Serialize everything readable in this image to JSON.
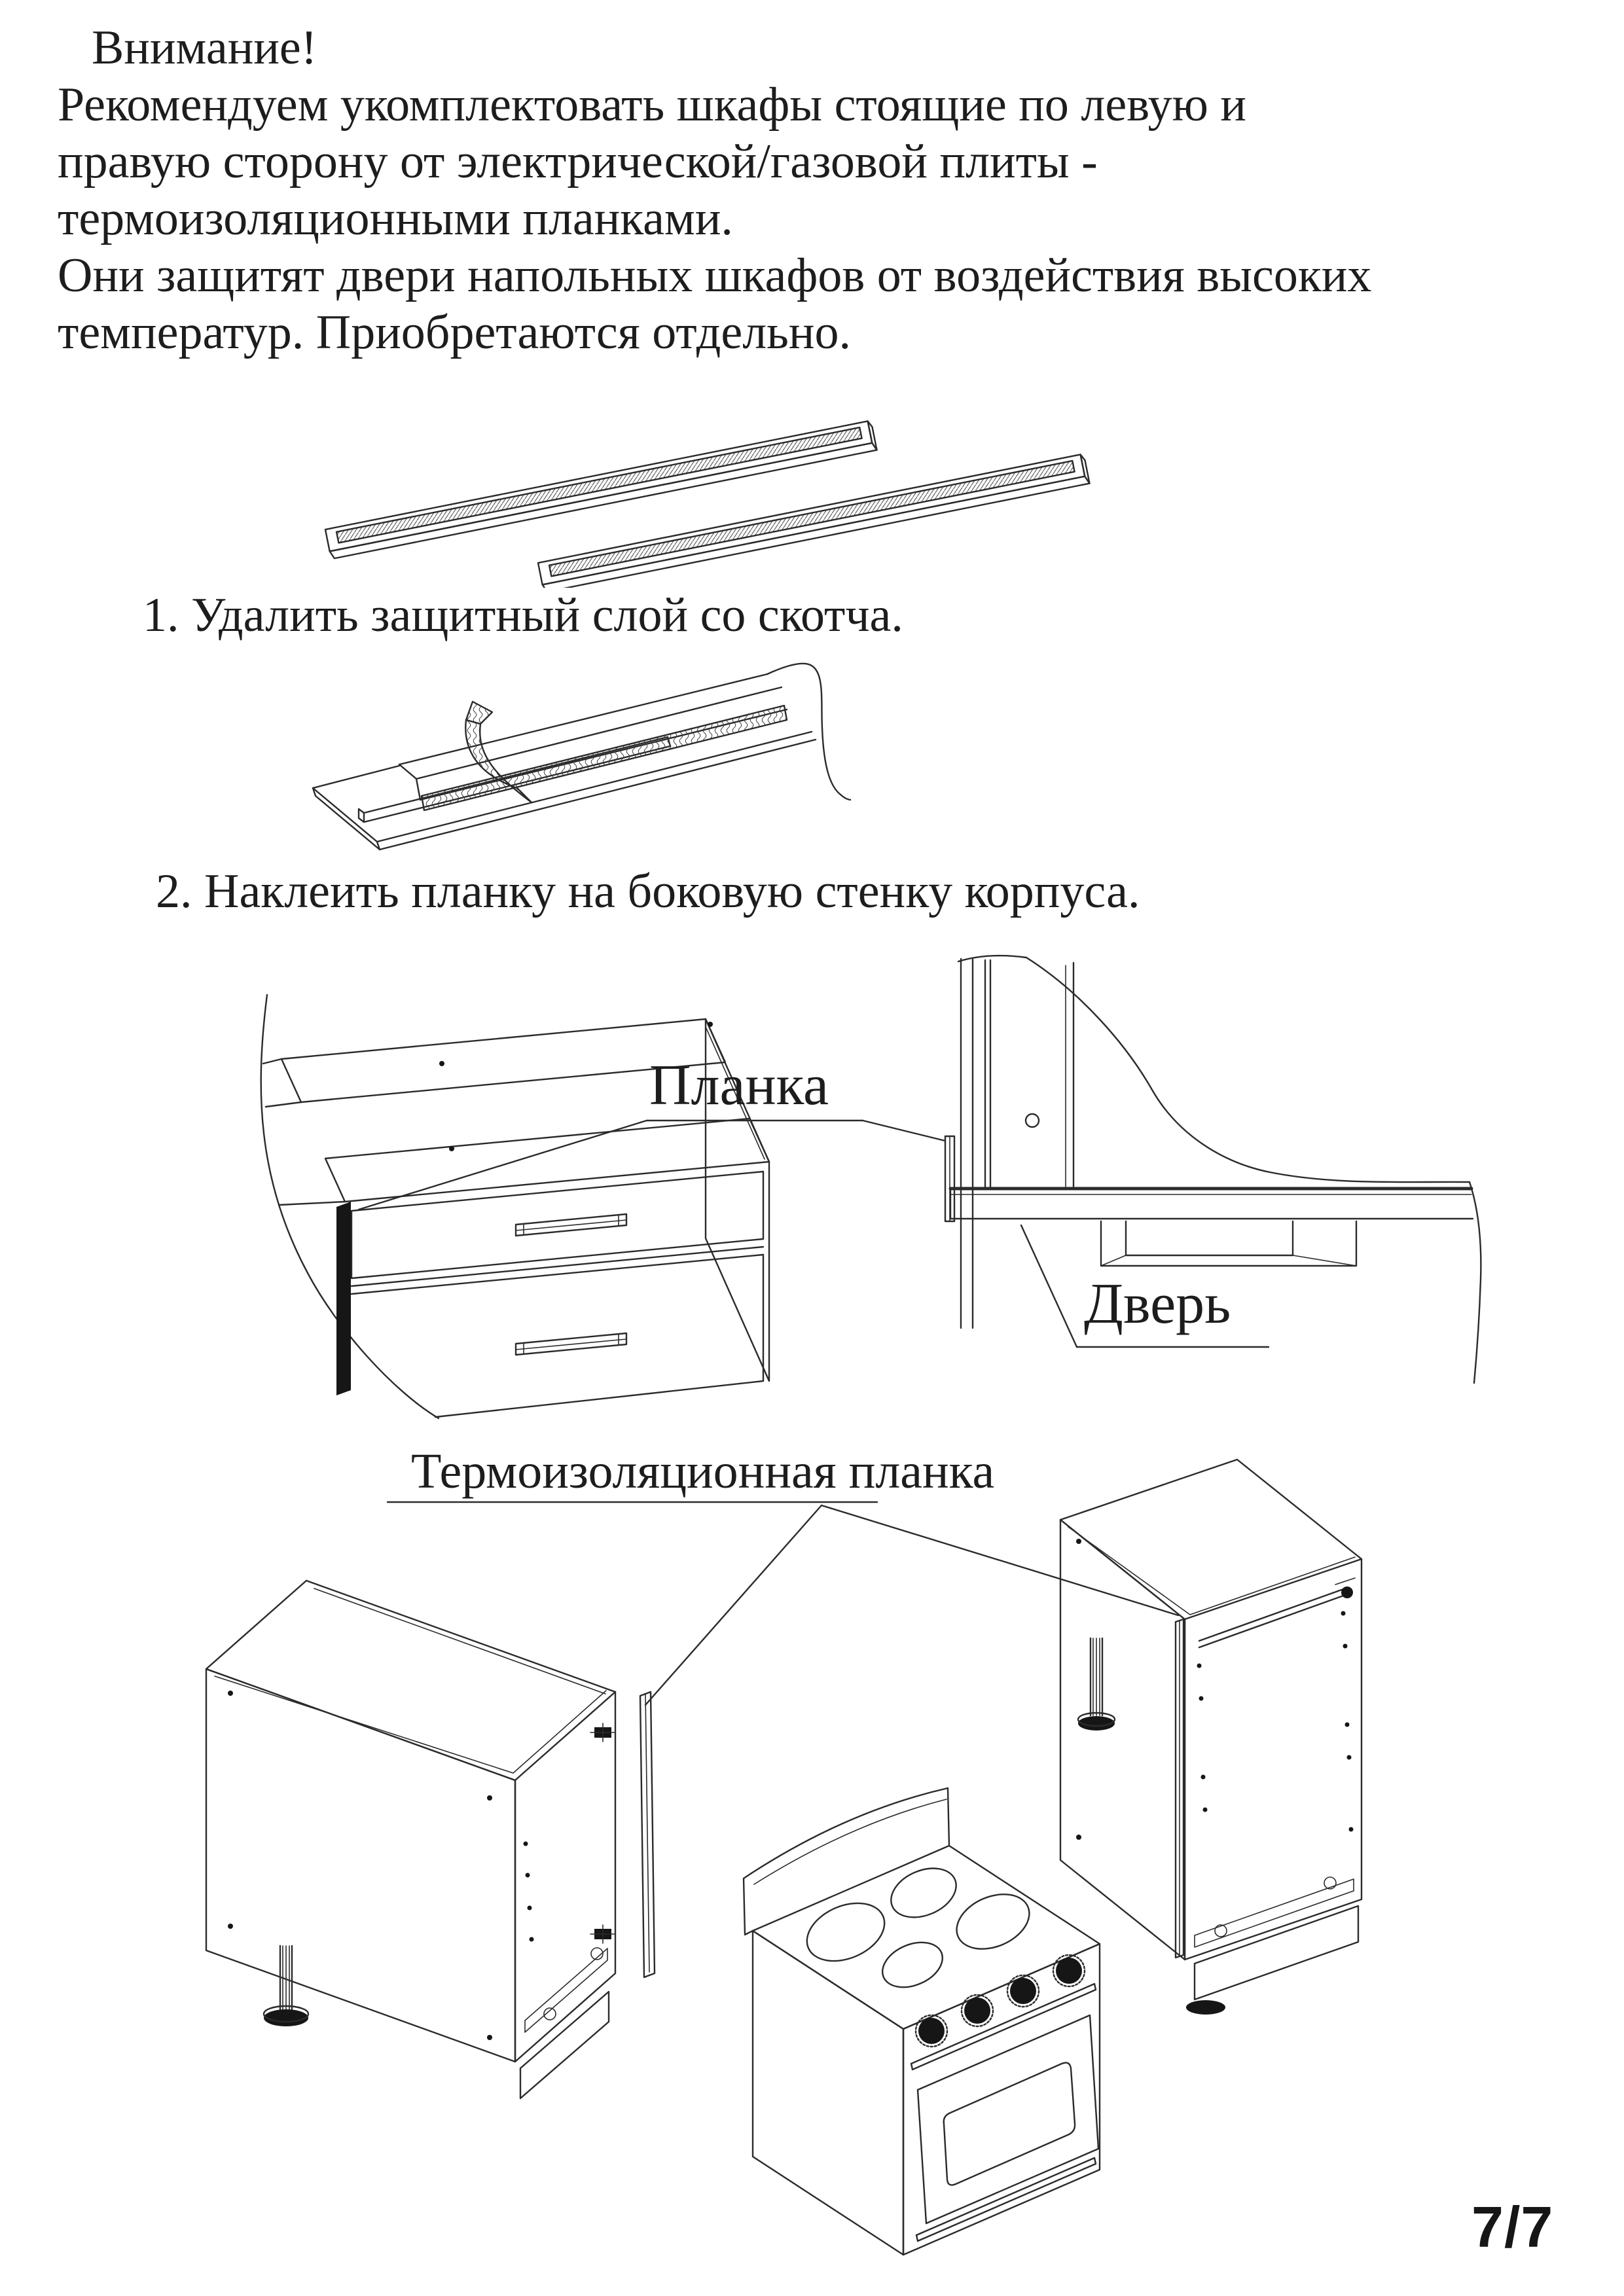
{
  "document": {
    "attention_title": "Внимание!",
    "paragraph": [
      "Рекомендуем укомплектовать шкафы стоящие по левую и",
      "правую сторону от электрической/газовой плиты -",
      "термоизоляционными планками.",
      "Они защитят двери напольных шкафов от воздействия высоких",
      "температур. Приобретаются отдельно."
    ],
    "steps": [
      "1. Удалить защитный слой со скотча.",
      "2. Наклеить планку на боковую стенку корпуса."
    ],
    "labels": {
      "strip": "Планка",
      "door": "Дверь",
      "thermal_strip": "Термоизоляционная планка"
    },
    "page_number": "7/7",
    "colors": {
      "ink": "#2b2b2b",
      "paper": "#ffffff"
    }
  }
}
